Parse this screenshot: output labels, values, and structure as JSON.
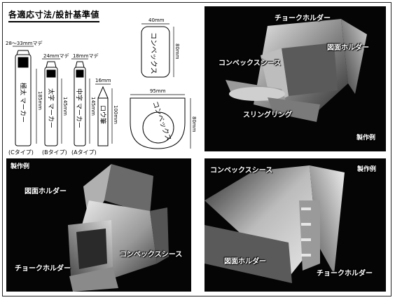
{
  "title": "各適応寸法/設計基準値",
  "diagram": {
    "markers": [
      {
        "width": "28～33mmマデ",
        "name": "極太 マーカー",
        "height": "185mm",
        "type": "(Cタイプ)"
      },
      {
        "width": "24mmマデ",
        "name": "太字 マーカー",
        "height": "145mm",
        "type": "(Bタイプ)"
      },
      {
        "width": "18mmマデ",
        "name": "中字 マーカー",
        "height": "145mm",
        "type": "(Aタイプ)"
      },
      {
        "width": "16mm",
        "name": "ロウ筆",
        "height": "100mm",
        "type": ""
      }
    ],
    "tape_side": {
      "width": "40mm",
      "height": "80mm",
      "label": "コンベックス"
    },
    "tape_front": {
      "width": "95mm",
      "height": "80mm",
      "label": "コンベックス"
    }
  },
  "photos": {
    "top_right": {
      "labels": [
        "チョークホルダー",
        "図面ホルダー",
        "コンベックスシース",
        "スリングリング"
      ],
      "caption": "製作例"
    },
    "bottom_left": {
      "caption": "製作例",
      "labels": [
        "図面ホルダー",
        "コンベックスシース",
        "チョークホルダー"
      ]
    },
    "bottom_right": {
      "labels": [
        "コンベックスシース",
        "図面ホルダー",
        "チョークホルダー"
      ],
      "caption": "製作例"
    }
  }
}
